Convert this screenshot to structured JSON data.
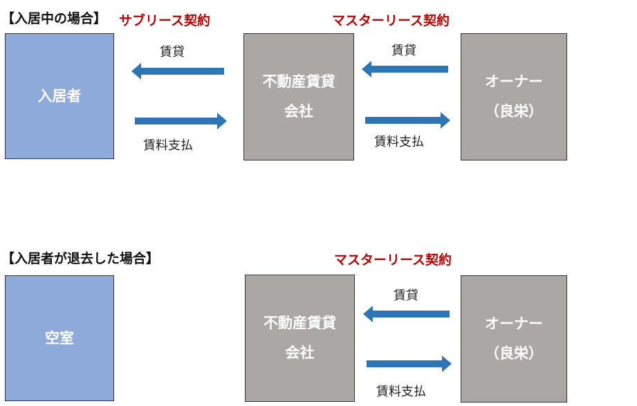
{
  "scenario_occupied": {
    "heading": "【入居中の場合】",
    "sublease_label": "サブリース契約",
    "master_lease_label": "マスターリース契約",
    "tenant": "入居者",
    "company_line1": "不動産賃貸",
    "company_line2": "会社",
    "owner_line1": "オーナー",
    "owner_line2": "（良栄）",
    "rent_label_left": "賃貸",
    "payment_label_left": "賃料支払",
    "rent_label_right": "賃貸",
    "payment_label_right": "賃料支払"
  },
  "scenario_vacated": {
    "heading": "【入居者が退去した場合】",
    "master_lease_label": "マスターリース契約",
    "vacancy": "空室",
    "company_line1": "不動産賃貸",
    "company_line2": "会社",
    "owner_line1": "オーナー",
    "owner_line2": "（良栄）",
    "rent_label": "賃貸",
    "payment_label": "賃料支払"
  },
  "colors": {
    "party_blue": "#8eaadb",
    "party_gray": "#aba7a5",
    "arrow_blue": "#2e75b6",
    "contract_red": "#c00000"
  }
}
